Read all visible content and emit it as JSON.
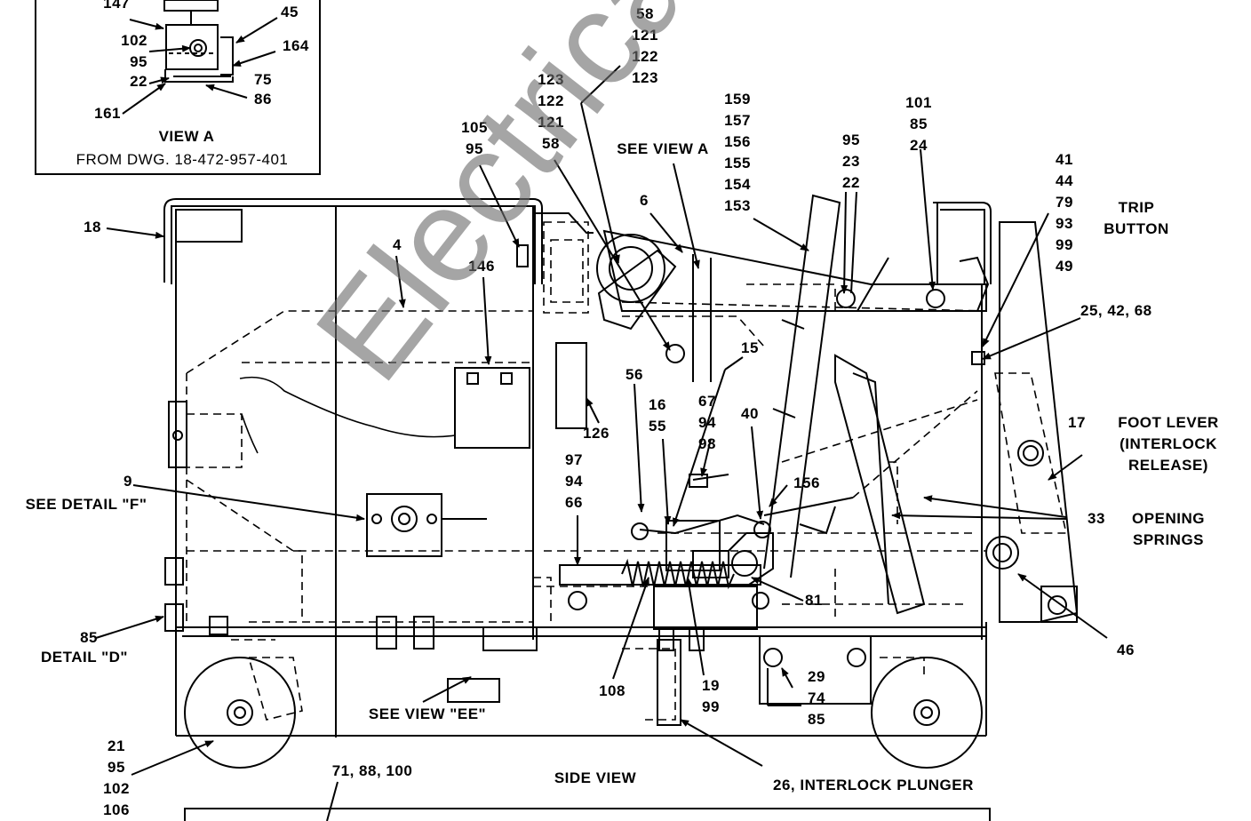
{
  "watermark": "ElectricalPartManuals",
  "view_a": {
    "title": "VIEW A",
    "source": "FROM DWG. 18-472-957-401",
    "labels": {
      "l147": "147",
      "l45": "45",
      "l102": "102",
      "l95": "95",
      "l164": "164",
      "l22": "22",
      "l75": "75",
      "l161": "161",
      "l86": "86"
    }
  },
  "captions": {
    "side_view": "SIDE VIEW",
    "see_view_ee": "SEE VIEW \"EE\"",
    "see_view_a": "SEE VIEW A",
    "see_detail_f": "SEE DETAIL \"F\"",
    "detail_d": "DETAIL \"D\"",
    "trip_button": "TRIP\nBUTTON",
    "foot_lever": "FOOT LEVER\n(INTERLOCK\nRELEASE)",
    "opening_springs": "OPENING\nSPRINGS",
    "interlock_plunger": "26, INTERLOCK PLUNGER"
  },
  "callouts": {
    "c58_stack": "58\n121\n122\n123",
    "c123_stack": "123\n122\n121\n58",
    "c105": "105\n95",
    "c159": "159\n157\n156\n155\n154\n153",
    "c95_23_22": "95\n23\n22",
    "c101": "101\n85\n24",
    "c41": "41\n44\n79\n93\n99\n49",
    "c18": "18",
    "c6": "6",
    "c4": "4",
    "c146": "146",
    "c25": "25, 42, 68",
    "c15": "15",
    "c56": "56",
    "c16": "16\n55",
    "c67": "67\n94\n98",
    "c40": "40",
    "c126": "126",
    "c17": "17",
    "c97": "97\n94\n66",
    "c9": "9",
    "c156": "156",
    "c33": "33",
    "c81": "81",
    "c85": "85",
    "c46": "46",
    "c108": "108",
    "c19": "19\n99",
    "c29": "29\n74\n85",
    "c21": "21\n95\n102\n106",
    "c71": "71, 88, 100"
  }
}
